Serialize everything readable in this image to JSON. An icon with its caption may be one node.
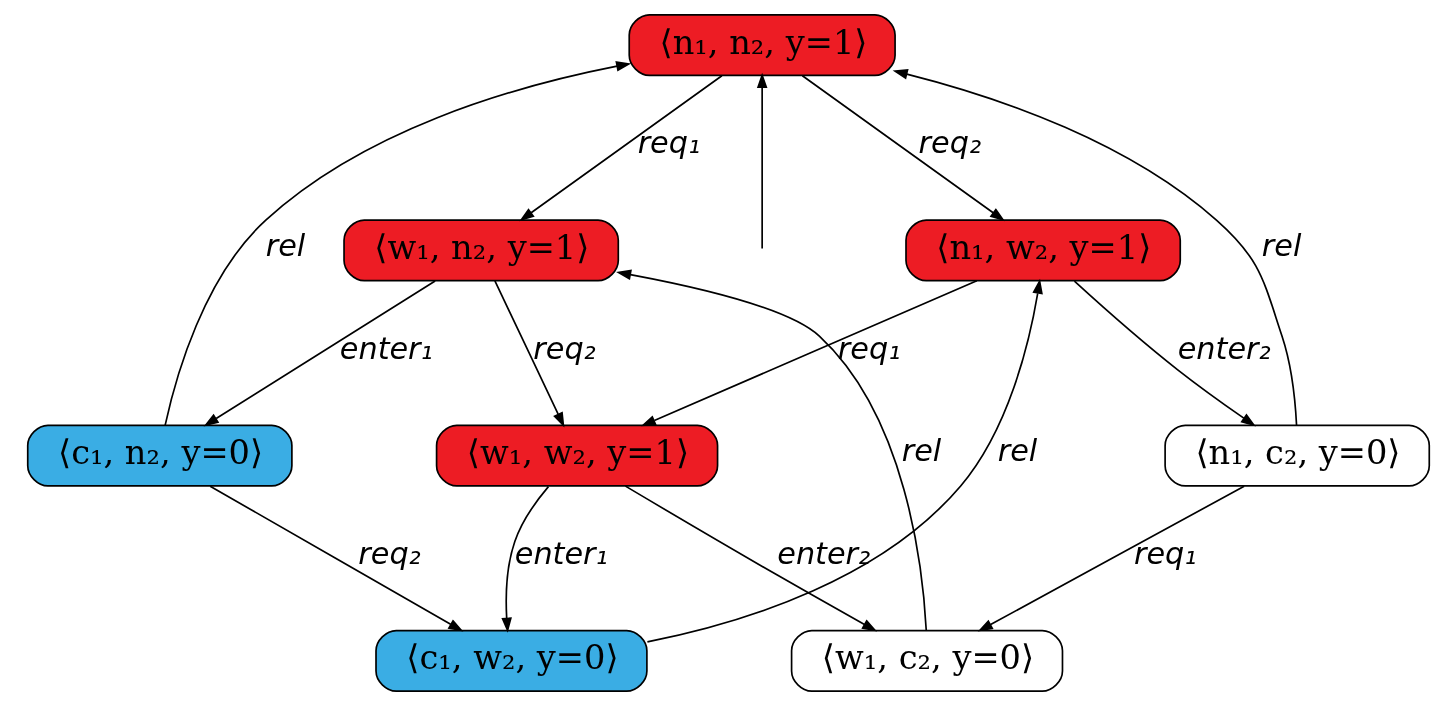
{
  "diagram": {
    "nodes": [
      {
        "text": [
          "⟨n₁, n₂, y=1⟩"
        ]
      },
      {
        "text": [
          "⟨w₁, n₂, y=1⟩"
        ]
      },
      {
        "text": [
          "⟨n₁, w₂, y=1⟩"
        ]
      },
      {
        "text": [
          "⟨c₁, n₂, y=0⟩"
        ]
      },
      {
        "text": [
          "⟨w₁, w₂, y=1⟩"
        ]
      },
      {
        "text": [
          "⟨n₁, c₂, y=0⟩"
        ]
      },
      {
        "text": [
          "⟨c₁, w₂, y=0⟩"
        ]
      },
      {
        "text": [
          "⟨w₁, c₂, y=0⟩"
        ]
      }
    ],
    "edges": [
      {
        "from": null,
        "to": 0,
        "arrow": "to"
      },
      {
        "from": 0,
        "to": 1,
        "arrow": "to",
        "label": "req₁"
      },
      {
        "from": 0,
        "to": 2,
        "arrow": "to",
        "label": "req₂"
      },
      {
        "from": 1,
        "to": 3,
        "arrow": "to",
        "label": "enter₁"
      },
      {
        "from": 1,
        "to": 4,
        "arrow": "to",
        "label": "req₂"
      },
      {
        "from": 2,
        "to": 4,
        "arrow": "to",
        "label": "req₁"
      },
      {
        "from": 2,
        "to": 5,
        "arrow": "to",
        "label": "enter₂"
      },
      {
        "from": 3,
        "to": 0,
        "arrow": "to",
        "label": "rel"
      },
      {
        "from": 5,
        "to": 0,
        "arrow": "to",
        "label": "rel"
      },
      {
        "from": 3,
        "to": 6,
        "arrow": "to",
        "label": "req₂"
      },
      {
        "from": 4,
        "to": 6,
        "arrow": "to",
        "label": "enter₁"
      },
      {
        "from": 4,
        "to": 7,
        "arrow": "to",
        "label": "enter₂"
      },
      {
        "from": 5,
        "to": 7,
        "arrow": "to",
        "label": "req₁"
      },
      {
        "from": 6,
        "to": 2,
        "arrow": "to",
        "label": "rel"
      },
      {
        "from": 7,
        "to": 1,
        "arrow": "to",
        "label": "rel"
      }
    ]
  }
}
